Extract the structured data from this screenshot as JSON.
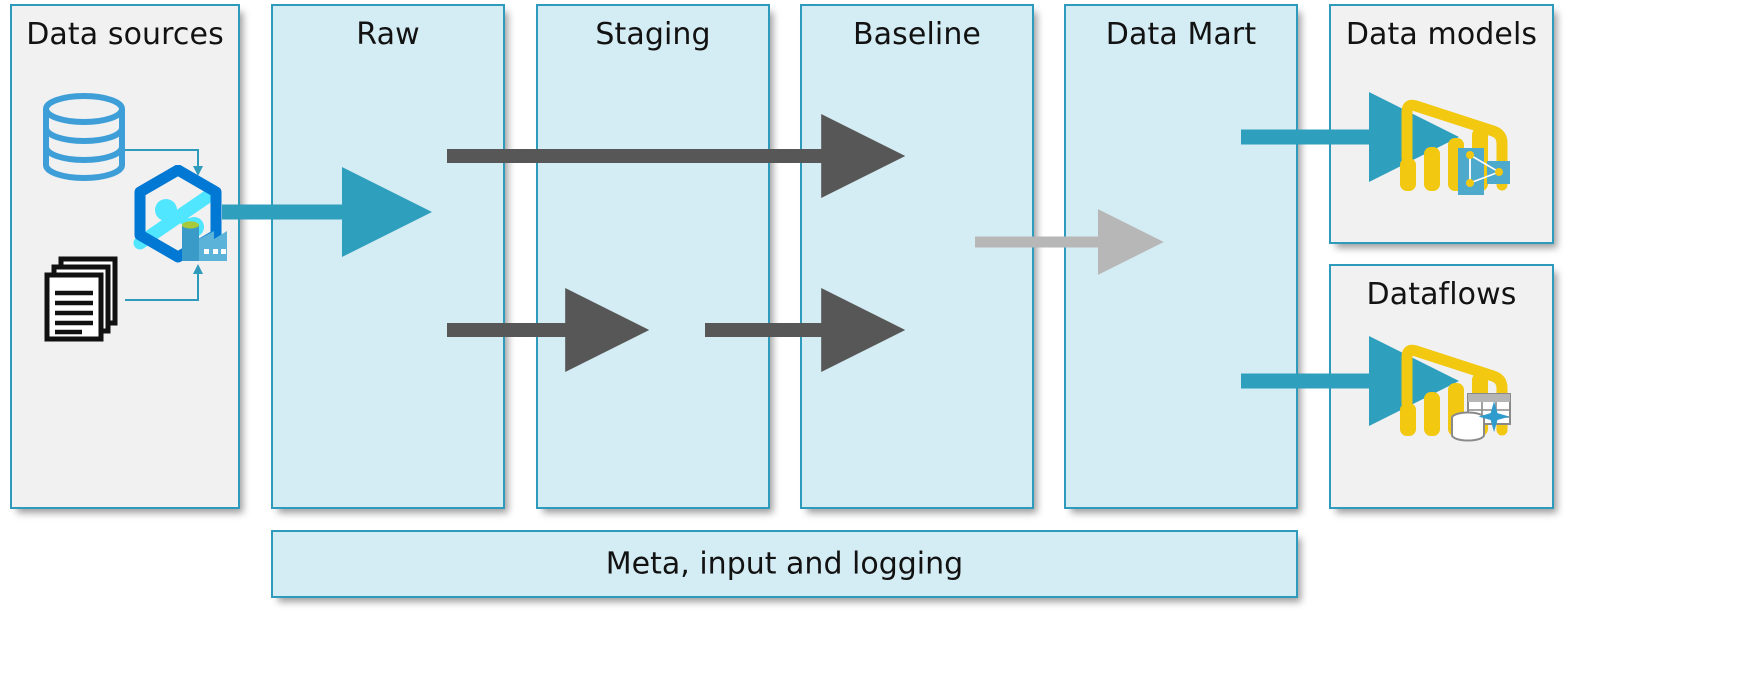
{
  "diagram": {
    "title_text_color": "#121212",
    "panel_fill_blue": "#d4ecf3",
    "panel_fill_grey": "#f1f1f1",
    "panel_border": "#2e9bbd",
    "arrow_teal": "#2e9fbd",
    "arrow_dark": "#575757",
    "arrow_light": "#b7b7b7",
    "powerbi_yellow": "#f2c811",
    "adf_blue": "#0078d4",
    "adf_cyan": "#50e6ff"
  },
  "panels": [
    {
      "id": "data-sources",
      "label": "Data sources",
      "kind": "grey"
    },
    {
      "id": "raw",
      "label": "Raw",
      "kind": "blue"
    },
    {
      "id": "staging",
      "label": "Staging",
      "kind": "blue"
    },
    {
      "id": "baseline",
      "label": "Baseline",
      "kind": "blue"
    },
    {
      "id": "data-mart",
      "label": "Data Mart",
      "kind": "blue"
    },
    {
      "id": "data-models",
      "label": "Data models",
      "kind": "grey"
    },
    {
      "id": "dataflows",
      "label": "Dataflows",
      "kind": "grey"
    }
  ],
  "footer_bar": {
    "label": "Meta, input and logging"
  },
  "icons": {
    "database": "database-cylinder-icon",
    "documents": "documents-stack-icon",
    "data_factory": "azure-data-factory-icon",
    "power_bi_dataset": "power-bi-dataset-icon",
    "power_bi_dataflow": "power-bi-dataflow-icon"
  },
  "arrows": [
    {
      "id": "sources-to-raw",
      "color": "#2e9fbd",
      "from": "data-factory",
      "to": "raw"
    },
    {
      "id": "raw-to-baseline",
      "color": "#575757",
      "from": "raw",
      "to": "baseline"
    },
    {
      "id": "raw-to-staging-low",
      "color": "#575757",
      "from": "raw",
      "to": "staging"
    },
    {
      "id": "staging-to-baseline",
      "color": "#575757",
      "from": "staging",
      "to": "baseline"
    },
    {
      "id": "baseline-to-datamart",
      "color": "#b7b7b7",
      "from": "baseline",
      "to": "data-mart"
    },
    {
      "id": "datamart-to-models",
      "color": "#2e9fbd",
      "from": "data-mart",
      "to": "data-models"
    },
    {
      "id": "datamart-to-dataflows",
      "color": "#2e9fbd",
      "from": "data-mart",
      "to": "dataflows"
    }
  ]
}
